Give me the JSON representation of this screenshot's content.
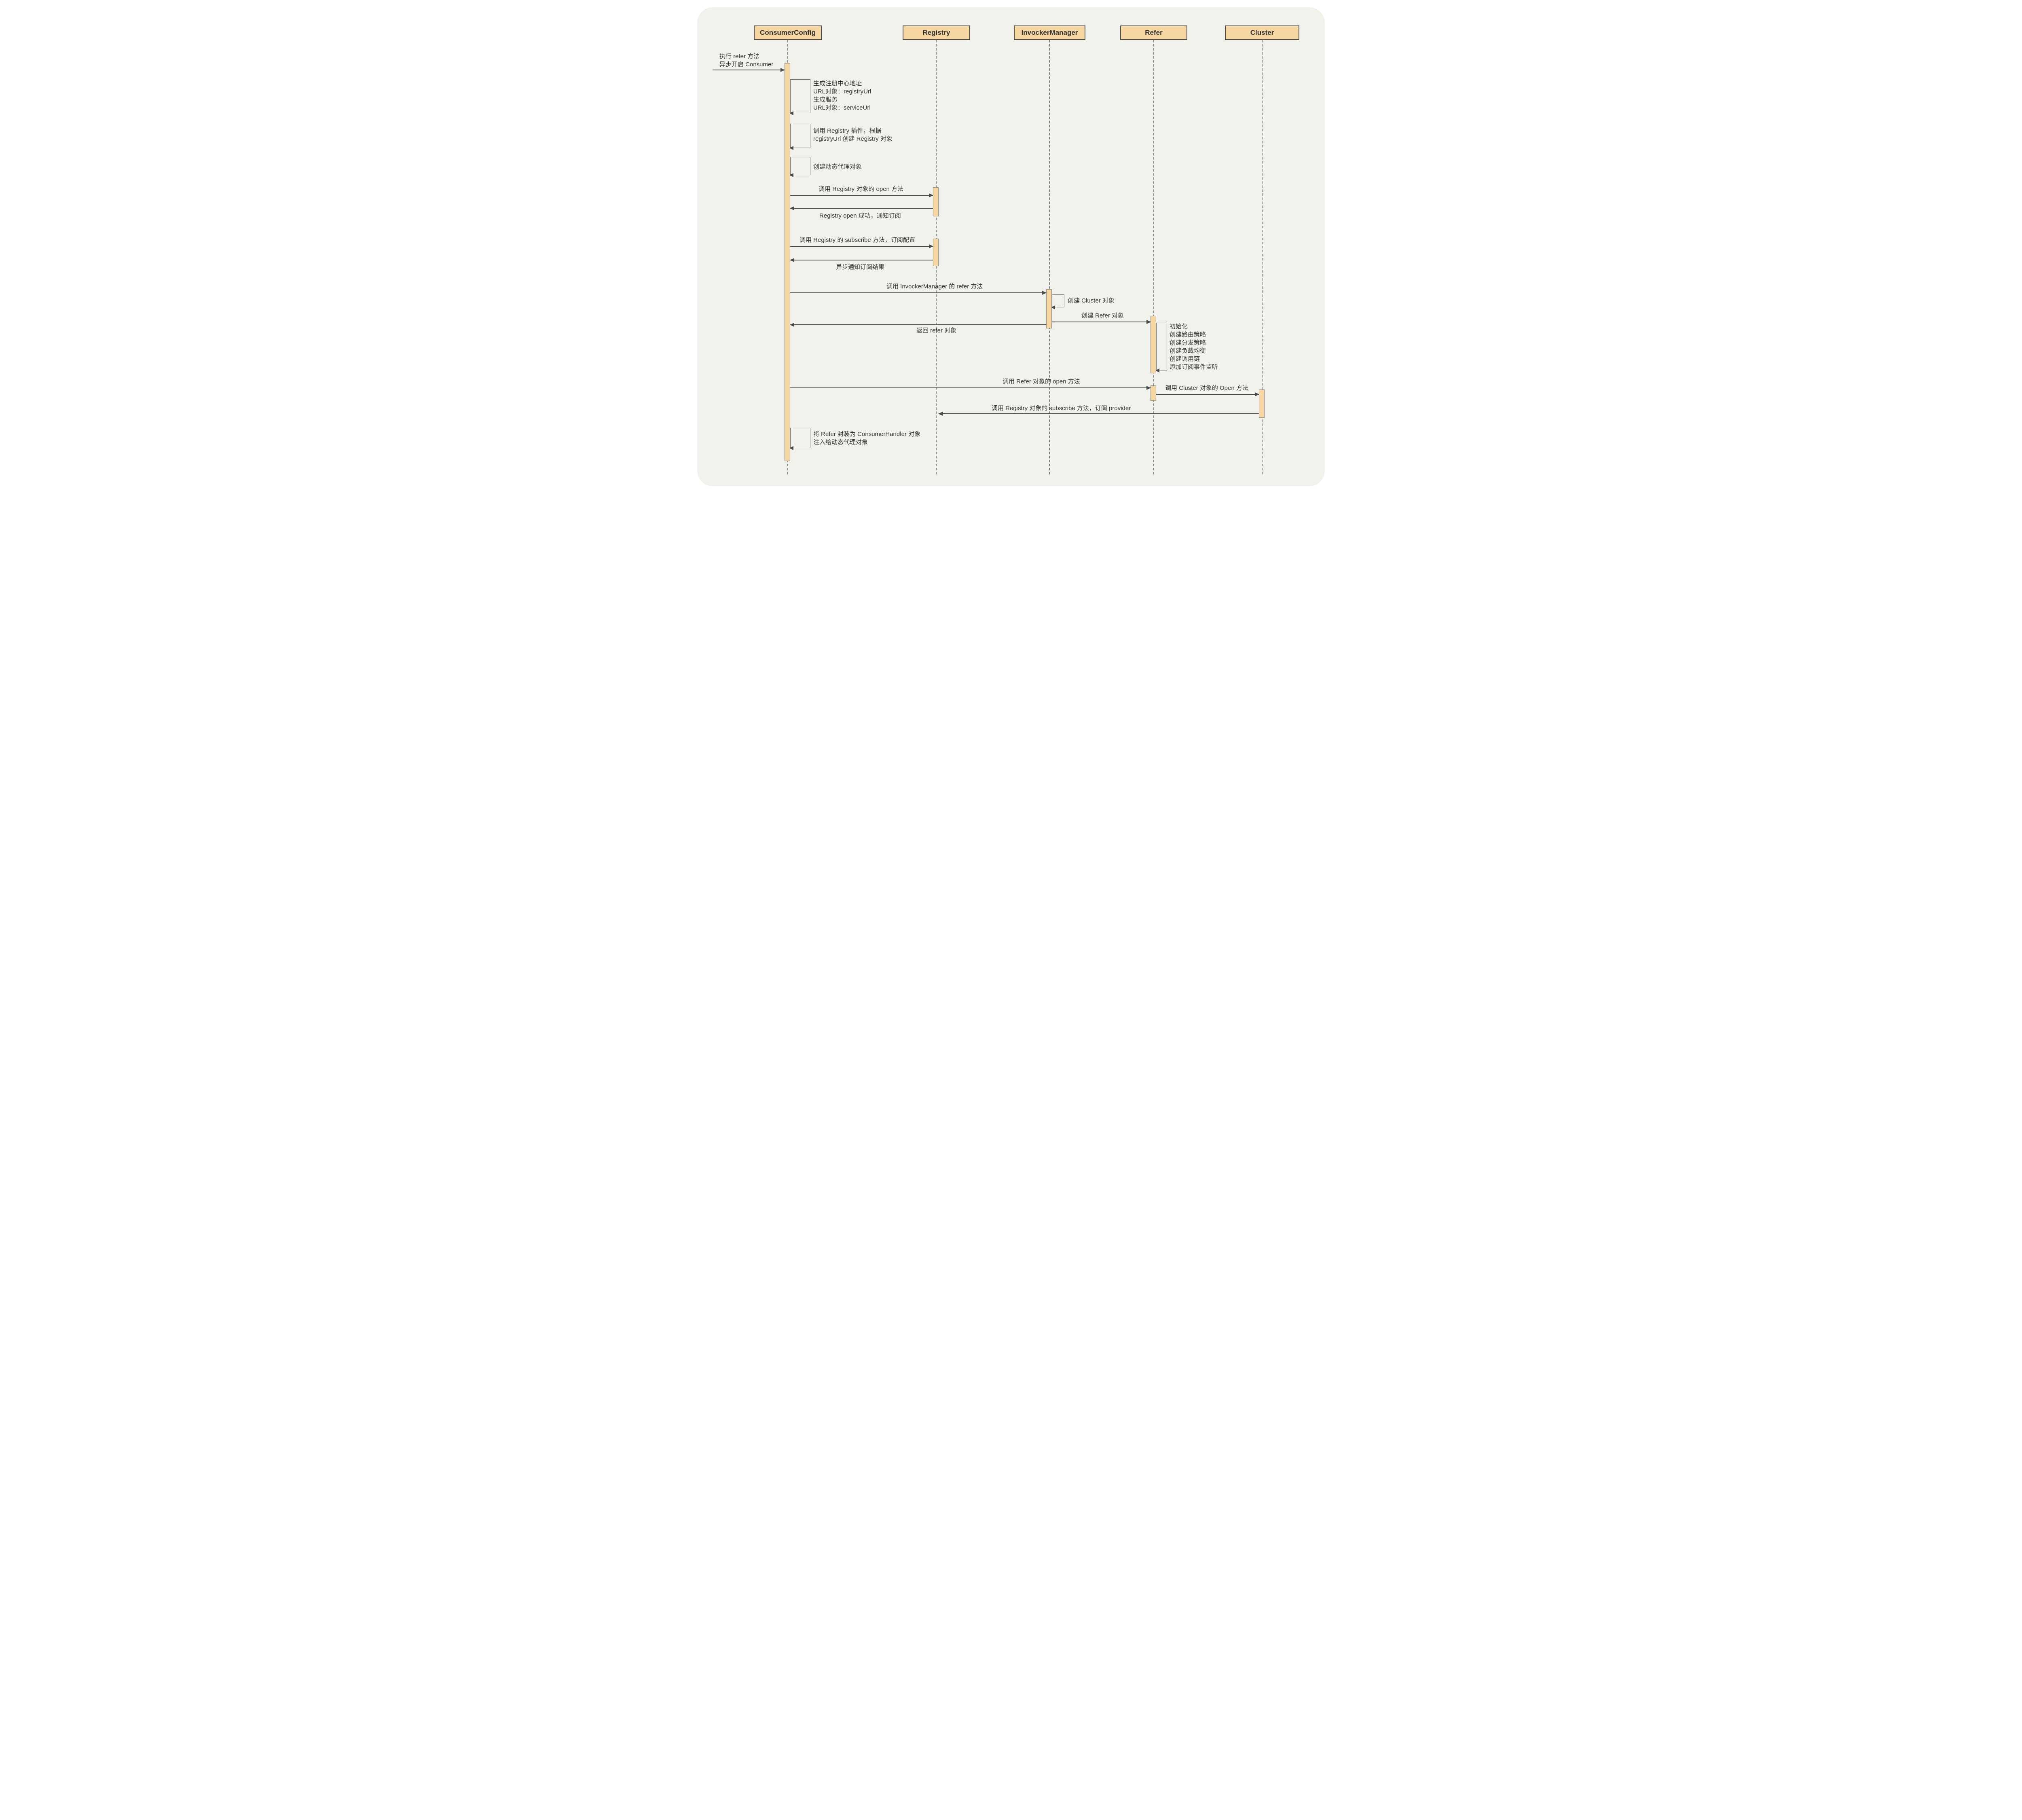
{
  "diagram": {
    "type": "sequence-diagram",
    "actors": [
      {
        "name": "ConsumerConfig"
      },
      {
        "name": "Registry"
      },
      {
        "name": "InvockerManager"
      },
      {
        "name": "Refer"
      },
      {
        "name": "Cluster"
      }
    ],
    "incoming": {
      "line1": "执行 refer 方法",
      "line2": "异步开启 Consumer"
    },
    "self_calls": [
      {
        "actor": "ConsumerConfig",
        "lines": [
          "生成注册中心地址",
          "URL对象：registryUrl",
          "生成服务",
          "URL对象：serviceUrl"
        ]
      },
      {
        "actor": "ConsumerConfig",
        "lines": [
          "调用 Registry 插件，根据",
          "registryUrl 创建 Registry 对象"
        ]
      },
      {
        "actor": "ConsumerConfig",
        "lines": [
          "创建动态代理对象"
        ]
      },
      {
        "actor": "InvockerManager",
        "lines": [
          "创建 Cluster 对象"
        ]
      },
      {
        "actor": "Refer",
        "lines": [
          "初始化",
          "创建路由策略",
          "创建分发策略",
          "创建负载均衡",
          "创建调用链",
          "添加订阅事件监听"
        ]
      },
      {
        "actor": "ConsumerConfig",
        "lines": [
          "将 Refer 封装为 ConsumerHandler 对象",
          "注入给动态代理对象"
        ]
      }
    ],
    "messages": [
      {
        "from": "ConsumerConfig",
        "to": "Registry",
        "label": "调用 Registry 对象的 open 方法"
      },
      {
        "from": "Registry",
        "to": "ConsumerConfig",
        "label": "Registry open 成功，通知订阅"
      },
      {
        "from": "ConsumerConfig",
        "to": "Registry",
        "label": "调用 Registry 的 subscribe 方法，订阅配置"
      },
      {
        "from": "Registry",
        "to": "ConsumerConfig",
        "label": "异步通知订阅结果"
      },
      {
        "from": "ConsumerConfig",
        "to": "InvockerManager",
        "label": "调用 InvockerManager 的 refer 方法"
      },
      {
        "from": "InvockerManager",
        "to": "Refer",
        "label": "创建 Refer 对象"
      },
      {
        "from": "InvockerManager",
        "to": "ConsumerConfig",
        "label": "返回 refer 对象"
      },
      {
        "from": "ConsumerConfig",
        "to": "Refer",
        "label": "调用 Refer 对象的 open 方法"
      },
      {
        "from": "Refer",
        "to": "Cluster",
        "label": "调用 Cluster 对象的 Open 方法"
      },
      {
        "from": "Cluster",
        "to": "Registry",
        "label": "调用 Registry 对象的 subscribe 方法，订阅 provider"
      }
    ],
    "colors": {
      "bar_fill": "#f6d7a2",
      "bar_border": "#8c8c8c",
      "header_border": "#4d4d4d",
      "arrow": "#4a4a4a",
      "text": "#333333",
      "canvas": "#f1f2ec"
    }
  }
}
